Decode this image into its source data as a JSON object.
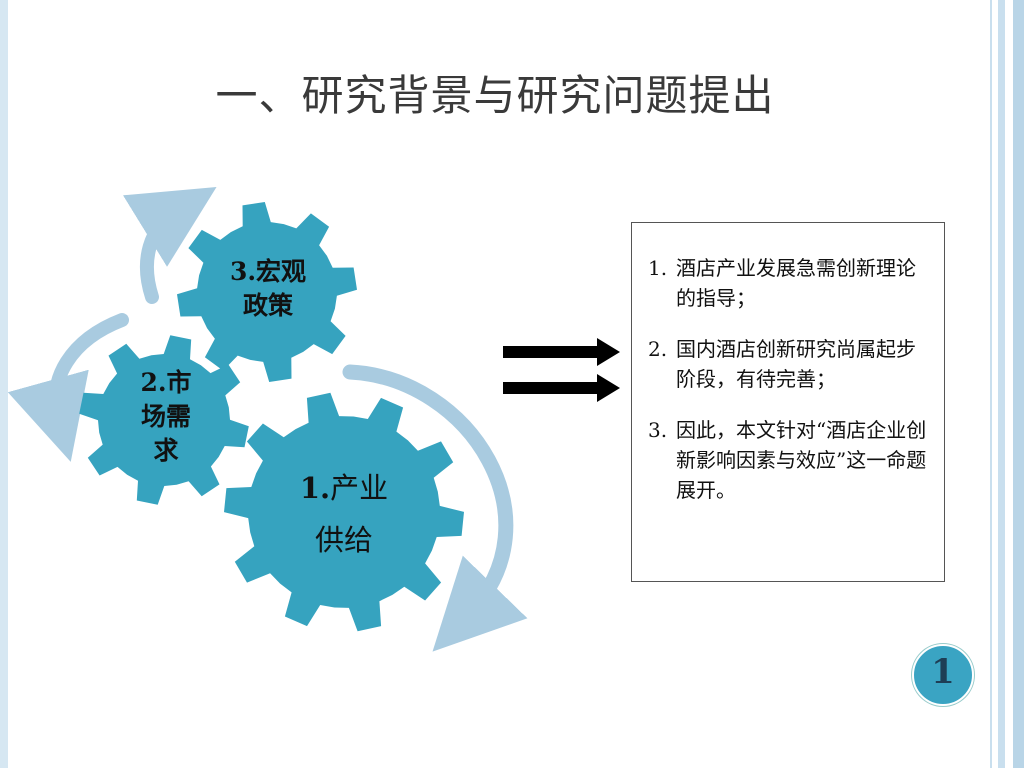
{
  "title": "一、研究背景与研究问题提出",
  "colors": {
    "gear": "#36a3bf",
    "gear_dark": "#2f95b0",
    "cycle_arrow": "#a9cbe0",
    "arrow": "#000000",
    "frame_bar": "#b9d5e7"
  },
  "gears": {
    "gear1": {
      "num": "1.",
      "line1": "产业",
      "line2": "供给"
    },
    "gear2": {
      "line1": "2.市",
      "line2": "场需",
      "line3": "求"
    },
    "gear3": {
      "line1": "3.宏观",
      "line2": "政策"
    }
  },
  "points": [
    {
      "num": "1.",
      "text": "酒店产业发展急需创新理论的指导；"
    },
    {
      "num": "2.",
      "text": "国内酒店创新研究尚属起步阶段，有待完善；"
    },
    {
      "num": "3.",
      "text": "因此，本文针对“酒店企业创新影响因素与效应”这一命题展开。"
    }
  ],
  "page_number": "1",
  "icons": [
    "double-right-arrow-icon",
    "cycle-arrow-icon"
  ]
}
